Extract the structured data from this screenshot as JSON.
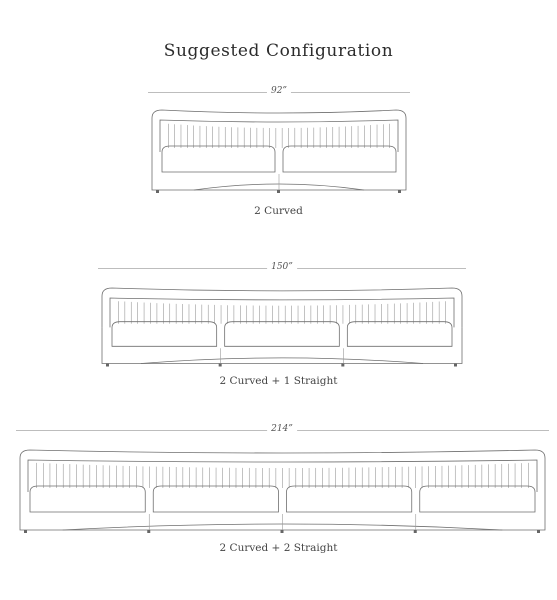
{
  "title": "Suggested Configuration",
  "configurations": [
    {
      "dimension": "92”",
      "caption": "2 Curved",
      "curved": 2,
      "straight": 0
    },
    {
      "dimension": "150”",
      "caption": "2 Curved + 1 Straight",
      "curved": 2,
      "straight": 1
    },
    {
      "dimension": "214”",
      "caption": "2 Curved + 2 Straight",
      "curved": 2,
      "straight": 2
    }
  ],
  "colors": {
    "line": "#6f6f6f",
    "text": "#3a3a3a",
    "dimension_line": "#bdbdbd"
  }
}
